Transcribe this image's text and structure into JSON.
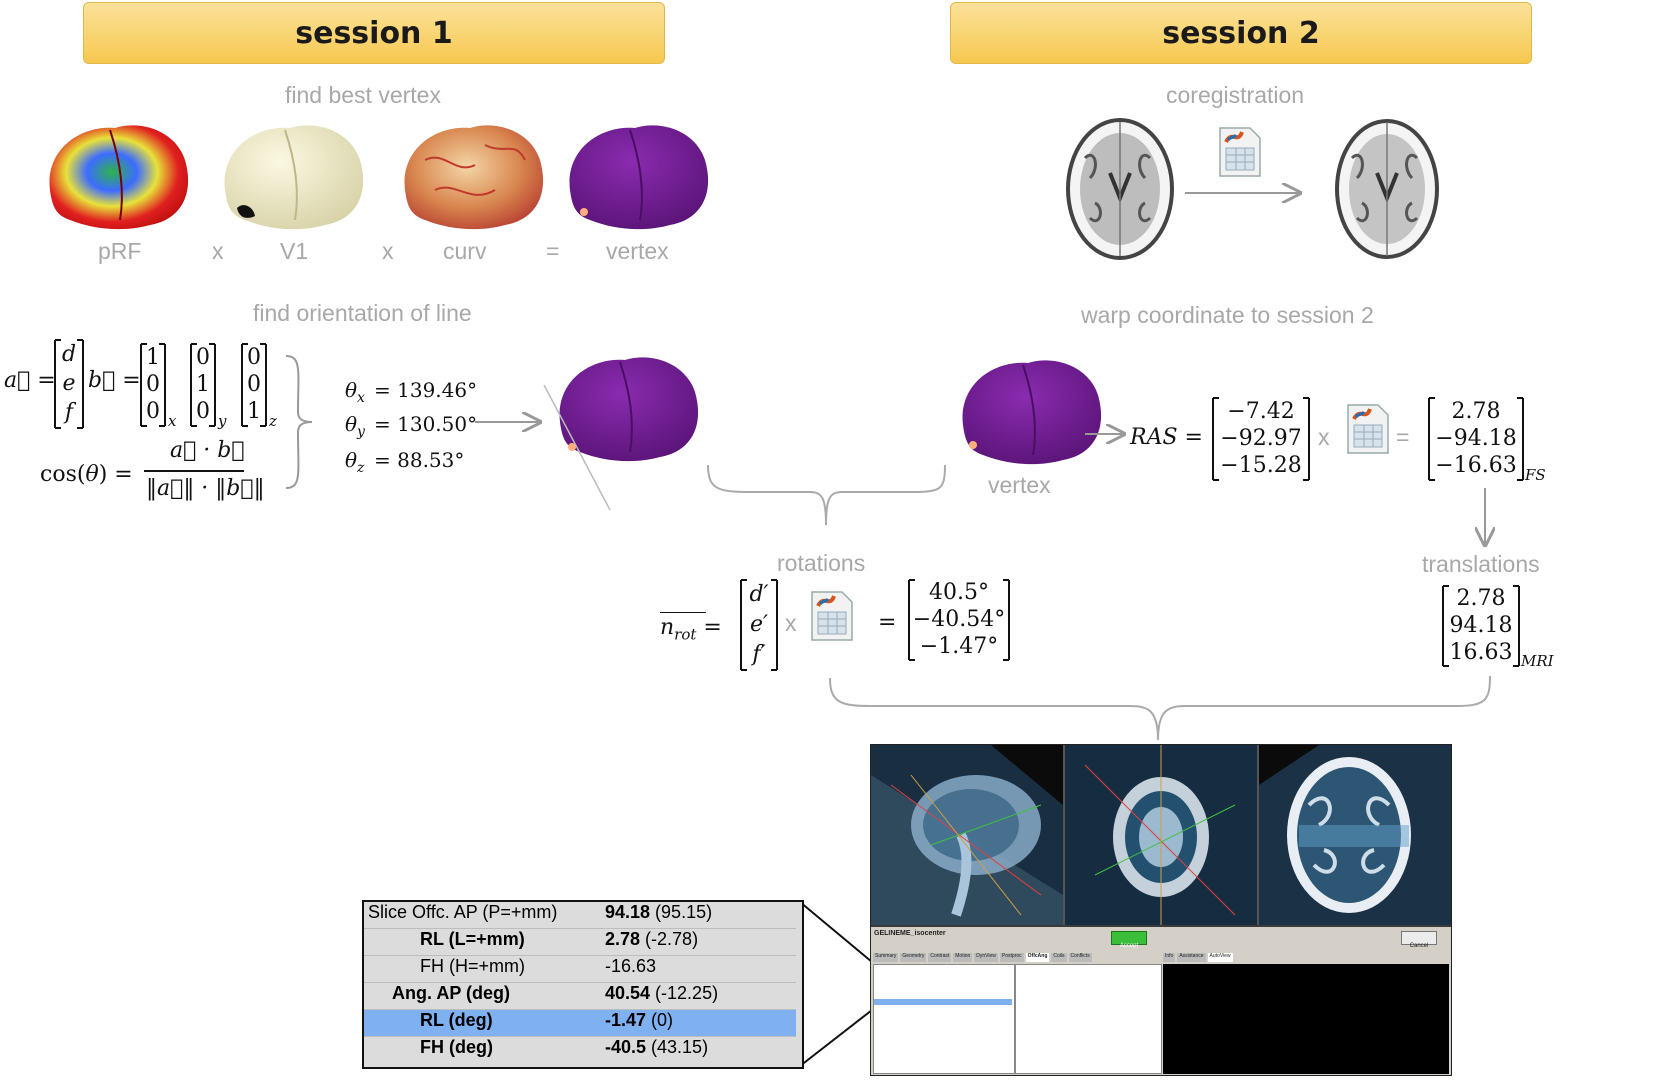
{
  "session1": {
    "label": "session 1"
  },
  "session2": {
    "label": "session 2"
  },
  "s1": {
    "find_best_vertex": "find best vertex",
    "labels": [
      "pRF",
      "x",
      "V1",
      "x",
      "curv",
      "=",
      "vertex"
    ],
    "find_orientation": "find orientation of line"
  },
  "s2": {
    "coregistration": "coregistration",
    "warp": "warp coordinate to session 2",
    "vertex": "vertex",
    "translations": "translations"
  },
  "rotations_label": "rotations",
  "math": {
    "a_vec": [
      "d",
      "e",
      "f"
    ],
    "b_x": [
      "1",
      "0",
      "0"
    ],
    "b_y": [
      "0",
      "1",
      "0"
    ],
    "b_z": [
      "0",
      "0",
      "1"
    ],
    "theta_x": "= 139.46°",
    "theta_y": "= 130.50°",
    "theta_z": "= 88.53°",
    "ras": [
      "−7.42",
      "−92.97",
      "−15.28"
    ],
    "fs": [
      "2.78",
      "−94.18",
      "−16.63"
    ],
    "mri": [
      "2.78",
      "94.18",
      "16.63"
    ],
    "nrot_vec": [
      "d′",
      "e′",
      "f′"
    ],
    "nrot_result": [
      "40.5°",
      "−40.54°",
      "−1.47°"
    ],
    "sub_fs": "FS",
    "sub_mri": "MRI"
  },
  "zoom_table": {
    "rows": [
      {
        "label": "Slice Offc. AP (P=+mm)",
        "value": "94.18",
        "paren": " (95.15)",
        "bold": true,
        "highlight": false,
        "indent": 0
      },
      {
        "label": "RL (L=+mm)",
        "value": "2.78",
        "paren": " (-2.78)",
        "bold": true,
        "highlight": false,
        "indent": 1
      },
      {
        "label": "FH (H=+mm)",
        "value": "-16.63",
        "paren": "",
        "bold": false,
        "highlight": false,
        "indent": 1
      },
      {
        "label": "Ang.  AP (deg)",
        "value": "40.54",
        "paren": " (-12.25)",
        "bold": true,
        "highlight": false,
        "indent": 0.5
      },
      {
        "label": "RL (deg)",
        "value": "-1.47",
        "paren": " (0)",
        "bold": true,
        "highlight": true,
        "indent": 1
      },
      {
        "label": "FH (deg)",
        "value": "-40.5",
        "paren": " (43.15)",
        "bold": true,
        "highlight": false,
        "indent": 1
      }
    ]
  },
  "scanner": {
    "protocol": "GELINEME_isocenter",
    "accept": "Accept",
    "cancel": "Cancel",
    "tabs": [
      "Summary",
      "Geometry",
      "Contrast",
      "Motion",
      "DynView",
      "Postproc",
      "OffcAng",
      "Coils",
      "Conflicts"
    ],
    "right_tabs": [
      "Info",
      "Assistance",
      "AutoView"
    ]
  },
  "colors": {
    "session_fill": "#f6c84f",
    "purple_brain": "#6a1b8a",
    "highlight_row": "#7fb0f0",
    "label_gray": "#a8a8a8"
  },
  "icons": [
    "matlab-file-icon",
    "arrow-right-icon",
    "brace-icon"
  ]
}
